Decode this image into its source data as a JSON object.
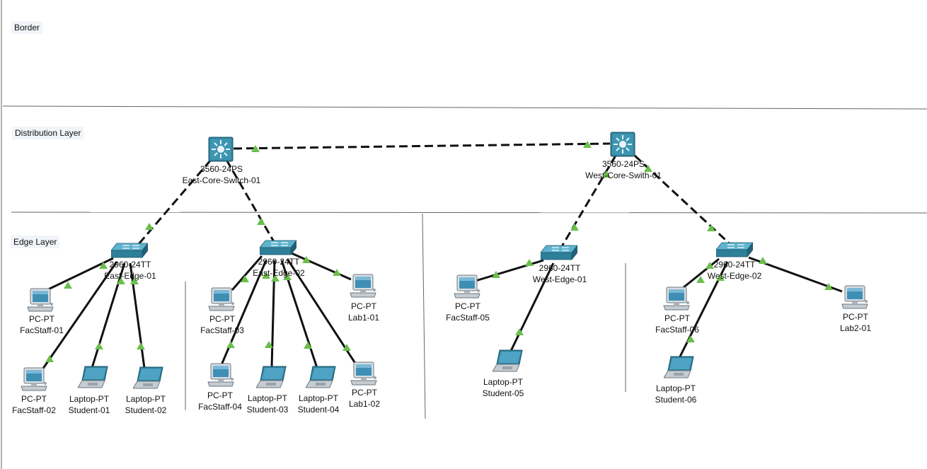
{
  "layers": {
    "border": "Border",
    "distribution": "Distribution Layer",
    "edge": "Edge Layer"
  },
  "devices": {
    "core_east": {
      "model": "3560-24PS",
      "name": "East-Core-Switch-01"
    },
    "core_west": {
      "model": "3560-24PS",
      "name": "West-Core-Swith-01"
    },
    "edge_east_01": {
      "model": "2960-24TT",
      "name": "East-Edge-01"
    },
    "edge_east_02": {
      "model": "2960-24TT",
      "name": "East-Edge-02"
    },
    "edge_west_01": {
      "model": "2960-24TT",
      "name": "West-Edge-01"
    },
    "edge_west_02": {
      "model": "2960-24TT",
      "name": "West-Edge-02"
    },
    "facstaff_01": {
      "model": "PC-PT",
      "name": "FacStaff-01"
    },
    "facstaff_02": {
      "model": "PC-PT",
      "name": "FacStaff-02"
    },
    "student_01": {
      "model": "Laptop-PT",
      "name": "Student-01"
    },
    "student_02": {
      "model": "Laptop-PT",
      "name": "Student-02"
    },
    "facstaff_03": {
      "model": "PC-PT",
      "name": "FacStaff-03"
    },
    "facstaff_04": {
      "model": "PC-PT",
      "name": "FacStaff-04"
    },
    "student_03": {
      "model": "Laptop-PT",
      "name": "Student-03"
    },
    "student_04": {
      "model": "Laptop-PT",
      "name": "Student-04"
    },
    "lab1_01a": {
      "model": "PC-PT",
      "name": "Lab1-01"
    },
    "lab1_02": {
      "model": "PC-PT",
      "name": "Lab1-02"
    },
    "facstaff_05": {
      "model": "PC-PT",
      "name": "FacStaff-05"
    },
    "student_05": {
      "model": "Laptop-PT",
      "name": "Student-05"
    },
    "facstaff_06": {
      "model": "PC-PT",
      "name": "FacStaff-06"
    },
    "student_06": {
      "model": "Laptop-PT",
      "name": "Student-06"
    },
    "lab2_01": {
      "model": "PC-PT",
      "name": "Lab2-01"
    }
  },
  "colors": {
    "link": "#111111",
    "status_up": "#6abf4b",
    "switch_body": "#2e7f98",
    "device_screen": "#3f8fb5",
    "divider": "#555555"
  }
}
